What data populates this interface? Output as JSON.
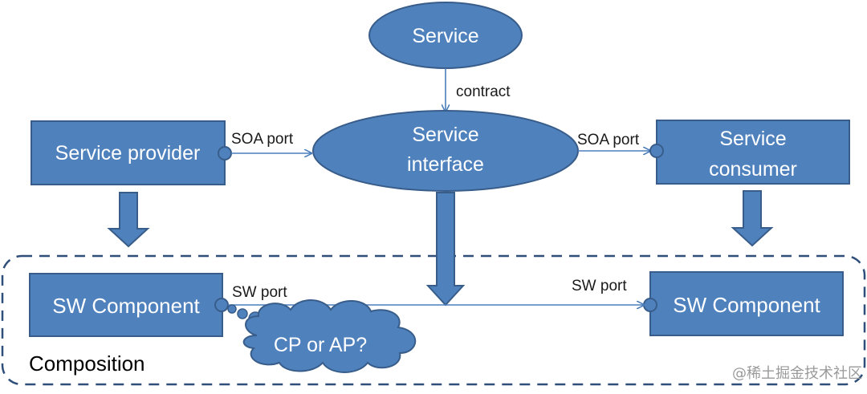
{
  "colors": {
    "fill": "#4f81bd",
    "stroke": "#385d8a",
    "connector": "#4a7ebb",
    "dashed_border": "#2f4f7a"
  },
  "nodes": {
    "service": "Service",
    "service_interface": [
      "Service",
      "interface"
    ],
    "service_provider": "Service provider",
    "service_consumer": [
      "Service",
      "consumer"
    ],
    "sw_component_left": "SW Component",
    "sw_component_right": "SW Component",
    "cloud": "CP or AP?"
  },
  "labels": {
    "contract": "contract",
    "soa_port_left": "SOA port",
    "soa_port_right": "SOA port",
    "sw_port_left": "SW port",
    "sw_port_right": "SW port",
    "composition": "Composition"
  },
  "watermark": "@稀土掘金技术社区"
}
